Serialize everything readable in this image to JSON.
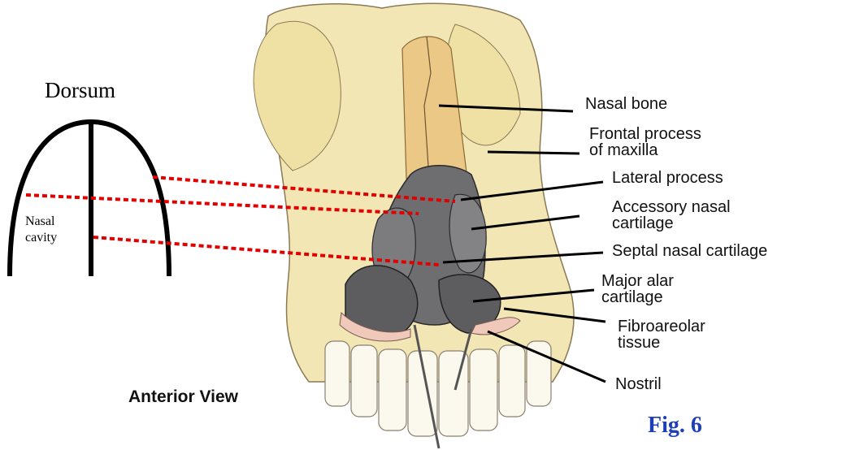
{
  "figure": {
    "dorsum_label": "Dorsum",
    "cavity_label_line1": "Nasal",
    "cavity_label_line2": "cavity",
    "view_label": "Anterior View",
    "figure_number": "Fig. 6",
    "labels": {
      "nasal_bone": "Nasal bone",
      "frontal_process_1": "Frontal process",
      "frontal_process_2": "of maxilla",
      "lateral_process": "Lateral process",
      "accessory_1": "Accessory nasal",
      "accessory_2": "cartilage",
      "septal": "Septal nasal cartilage",
      "major_alar_1": "Major alar",
      "major_alar_2": "cartilage",
      "fibroareolar_1": "Fibroareolar",
      "fibroareolar_2": "tissue",
      "nostril": "Nostril"
    },
    "colors": {
      "bone": "#f3e6b5",
      "cartilage": "#6e6e70",
      "guide_lines": "#e00000",
      "fig_text": "#1f3fb8"
    }
  }
}
